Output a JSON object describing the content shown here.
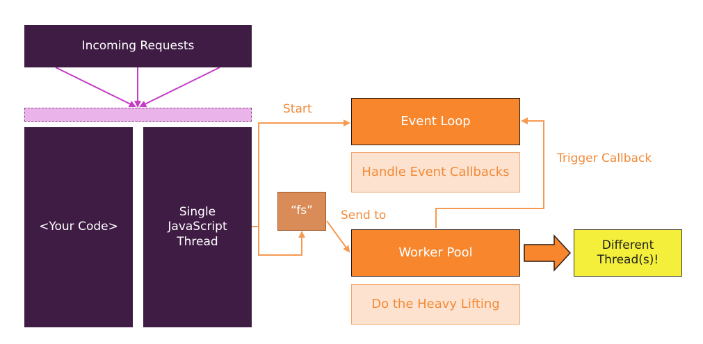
{
  "diagram": {
    "incoming": "Incoming Requests",
    "your_code": "<Your Code>",
    "single_thread": "Single\nJavaScript\nThread",
    "fs": "“fs”",
    "start_label": "Start",
    "send_to_label": "Send to",
    "trigger_callback_label": "Trigger Callback",
    "event_loop": "Event Loop",
    "handle_event_callbacks": "Handle Event Callbacks",
    "worker_pool": "Worker Pool",
    "heavy_lifting": "Do the Heavy Lifting",
    "different_threads": "Different\nThread(s)!"
  },
  "colors": {
    "dark_purple": "#3e1c44",
    "queue_pink": "#eab3e9",
    "arrow_magenta": "#c23cc6",
    "orange": "#f7862d",
    "orange_light": "#fde3cf",
    "orange_text": "#f28a38",
    "fs_brown": "#d98c58",
    "yellow": "#f4ef3b"
  }
}
